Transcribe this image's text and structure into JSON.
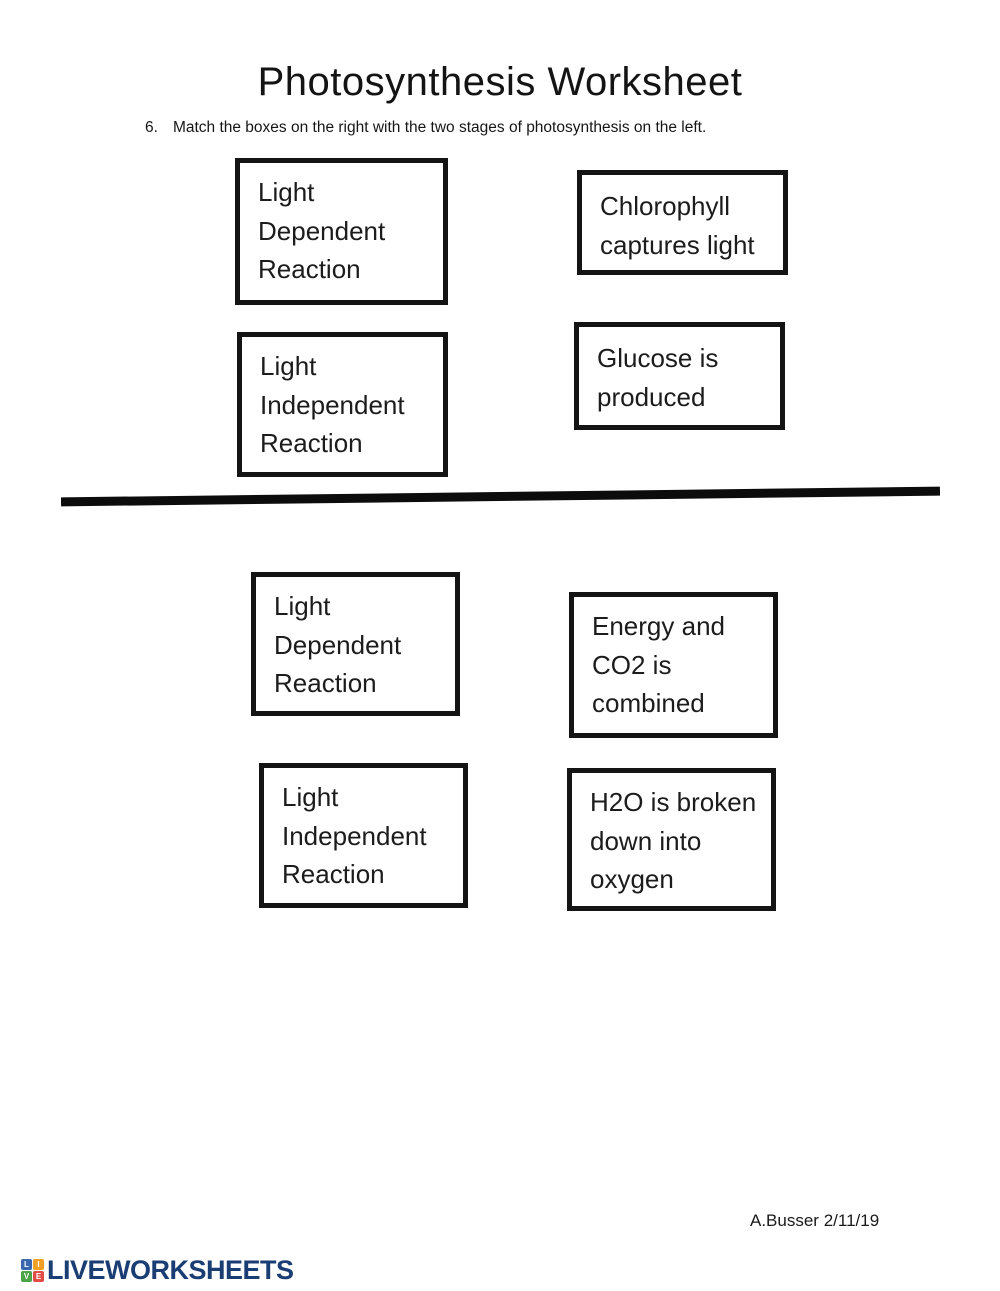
{
  "page": {
    "title": "Photosynthesis Worksheet",
    "question_number": "6.",
    "instruction": "Match the boxes on the right with the two stages of photosynthesis on the left.",
    "author_credit": "A.Busser 2/11/19"
  },
  "matching": {
    "section1": {
      "stages": [
        "Light\nDependent\nReaction",
        "Light\nIndependent\nReaction"
      ],
      "descriptions": [
        "Chlorophyll\ncaptures light",
        "Glucose is\nproduced"
      ]
    },
    "section2": {
      "stages": [
        "Light\nDependent\nReaction",
        "Light\nIndependent\nReaction"
      ],
      "descriptions": [
        "Energy and\nCO2 is\ncombined",
        "H2O is broken\ndown into\noxygen"
      ]
    }
  },
  "footer": {
    "logo": {
      "wordmark": "LIVEWORKSHEETS",
      "wordmark_color": "#1a3e73",
      "tiles": [
        {
          "letter": "L",
          "color": "#3a67ae"
        },
        {
          "letter": "I",
          "color": "#f2a024"
        },
        {
          "letter": "V",
          "color": "#4ba448"
        },
        {
          "letter": "E",
          "color": "#e04b44"
        }
      ]
    }
  }
}
